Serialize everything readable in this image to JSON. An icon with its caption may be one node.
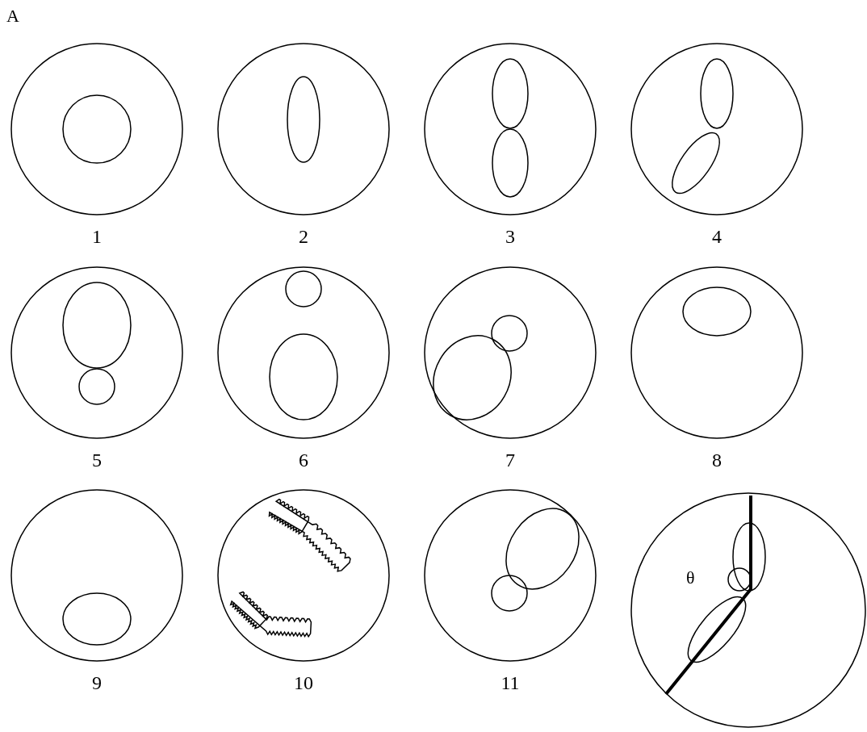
{
  "diagram": {
    "nodes": [
      {
        "text": [],
        "shape": "circle",
        "beside": [
          "1"
        ]
      },
      {
        "text": [],
        "shape": "circle",
        "beside": [
          "2"
        ]
      },
      {
        "text": [],
        "shape": "circle",
        "beside": [
          "3"
        ]
      },
      {
        "text": [],
        "shape": "circle",
        "beside": [
          "4"
        ]
      },
      {
        "text": [],
        "shape": "circle",
        "beside": [
          "5"
        ]
      },
      {
        "text": [],
        "shape": "circle",
        "beside": [
          "6"
        ]
      },
      {
        "text": [],
        "shape": "circle",
        "beside": [
          "7"
        ]
      },
      {
        "text": [],
        "shape": "circle",
        "beside": [
          "8"
        ]
      },
      {
        "text": [],
        "shape": "circle",
        "beside": [
          "9"
        ]
      },
      {
        "text": [],
        "shape": "circle",
        "beside": [
          "10"
        ]
      },
      {
        "text": [],
        "shape": "circle",
        "beside": [
          "11"
        ]
      },
      {
        "text": [],
        "shape": "circle"
      }
    ],
    "labels": [
      "A",
      "θ"
    ]
  }
}
